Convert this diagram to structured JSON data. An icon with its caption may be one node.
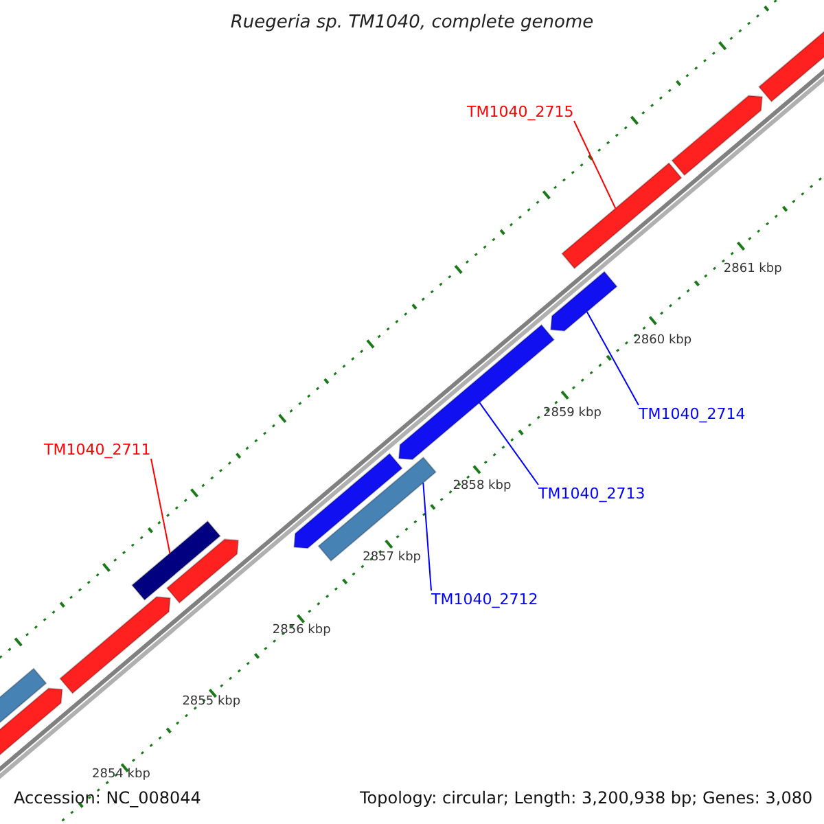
{
  "diagram": {
    "title": "Ruegeria sp. TM1040, complete genome",
    "nodes": [
      {
        "text": [
          "TM1040_2715"
        ]
      },
      {
        "text": [],
        "shape": "bar"
      },
      {
        "text": [
          "TM1040_2711"
        ]
      },
      {
        "text": [],
        "shape": "bar"
      },
      {
        "text": [
          "TM1040_2714"
        ]
      },
      {
        "text": [],
        "shape": "bar"
      },
      {
        "text": [
          "TM1040_2713"
        ]
      },
      {
        "text": [],
        "shape": "bar"
      },
      {
        "text": [
          "TM1040_2712"
        ]
      },
      {
        "text": [],
        "shape": "bar"
      },
      {
        "text": [],
        "shape": "bar"
      },
      {
        "text": [],
        "shape": "bar"
      },
      {
        "text": [],
        "shape": "bar"
      },
      {
        "text": [],
        "shape": "bar"
      },
      {
        "text": [],
        "shape": "bar"
      },
      {
        "text": [],
        "shape": "bar"
      },
      {
        "text": [],
        "shape": "bar"
      }
    ],
    "edges": [
      {
        "from": 0,
        "to": 1,
        "arrow": "none",
        "color": "#ff0000"
      },
      {
        "from": 2,
        "to": 3,
        "arrow": "none",
        "color": "#ff0000"
      },
      {
        "from": 4,
        "to": 5,
        "arrow": "none"
      },
      {
        "from": 6,
        "to": 7,
        "arrow": "none"
      },
      {
        "from": 8,
        "to": 9,
        "arrow": "none"
      }
    ],
    "labels": [
      "2854 kbp",
      "2855 kbp",
      "2856 kbp",
      "2857 kbp",
      "2858 kbp",
      "2859 kbp",
      "2860 kbp",
      "2861 kbp",
      "Accession: NC_008044",
      "Topology: circular; Length: 3,200,938 bp; Genes: 3,080"
    ]
  }
}
